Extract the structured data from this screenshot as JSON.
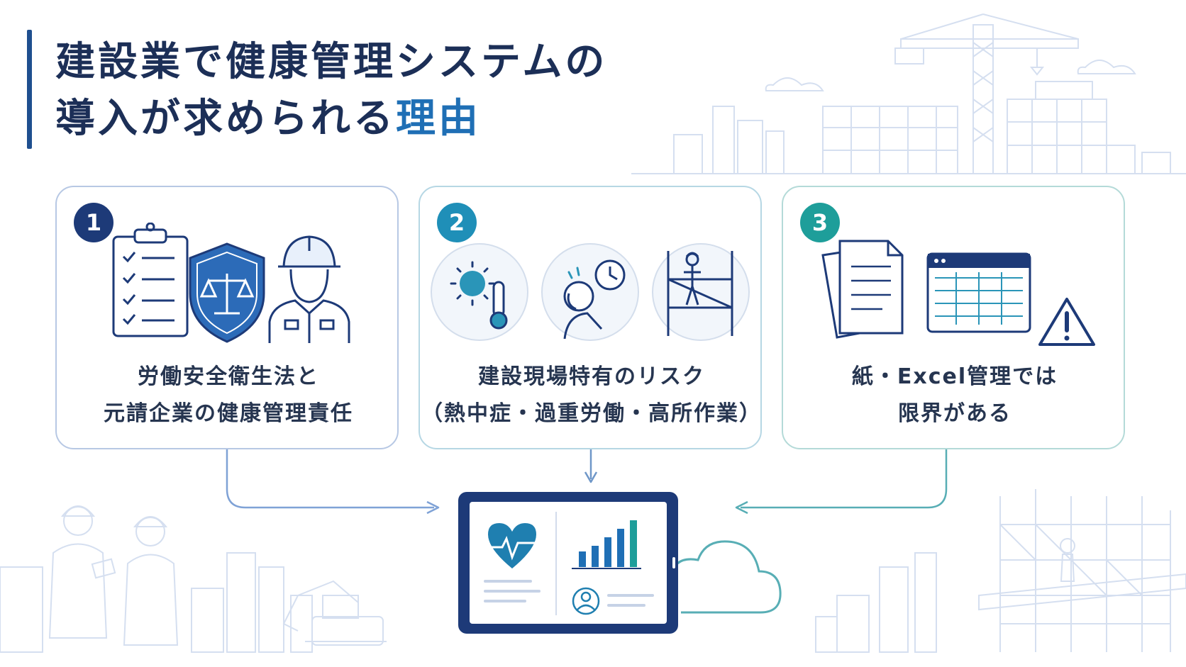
{
  "title": {
    "line1": "建設業で健康管理システムの",
    "line2_main": "導入が求められる",
    "line2_highlight": "理由"
  },
  "colors": {
    "title": "#1c2f57",
    "highlight": "#1f6fb5",
    "badge1": "#1d3a78",
    "badge2": "#1f8fb8",
    "badge3": "#1e9e9a"
  },
  "cards": [
    {
      "number": "1",
      "icons": [
        "clipboard-checklist-icon",
        "shield-scales-icon",
        "construction-worker-icon"
      ],
      "line1": "労働安全衛生法と",
      "line2": "元請企業の健康管理責任"
    },
    {
      "number": "2",
      "icons": [
        "heat-thermometer-icon",
        "fatigue-clock-icon",
        "scaffold-worker-icon"
      ],
      "line1": "建設現場特有のリスク",
      "line2": "（熱中症・過重労働・高所作業）"
    },
    {
      "number": "3",
      "icons": [
        "paper-documents-icon",
        "spreadsheet-icon",
        "warning-icon"
      ],
      "line1": "紙・Excel管理では",
      "line2": "限界がある"
    }
  ],
  "tablet": {
    "icons": [
      "heart-pulse-icon",
      "bar-chart-icon",
      "user-profile-icon",
      "cloud-icon"
    ]
  }
}
